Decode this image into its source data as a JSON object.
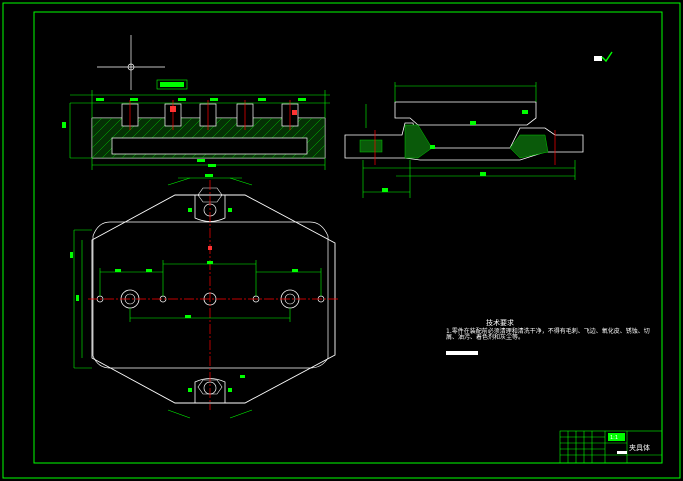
{
  "drawing": {
    "technical_requirements_title": "技术要求",
    "technical_requirements_line": "1.零件在装配前必须清理和清洗干净，不得有毛刺、飞边、氧化皮、锈蚀、切",
    "technical_requirements_line2": "屑、油污、着色剂和灰尘等。",
    "part_name": "夹具体",
    "scale_text": "1:1"
  },
  "colors": {
    "frame": "#00ff00",
    "outline": "#ffffff",
    "dimension": "#00ff00",
    "center": "#ff0000",
    "hatch": "#00cc00",
    "background": "#000000"
  },
  "icons": {
    "roughness_mark": "checkmark-icon",
    "datum_mark": "datum-icon"
  }
}
